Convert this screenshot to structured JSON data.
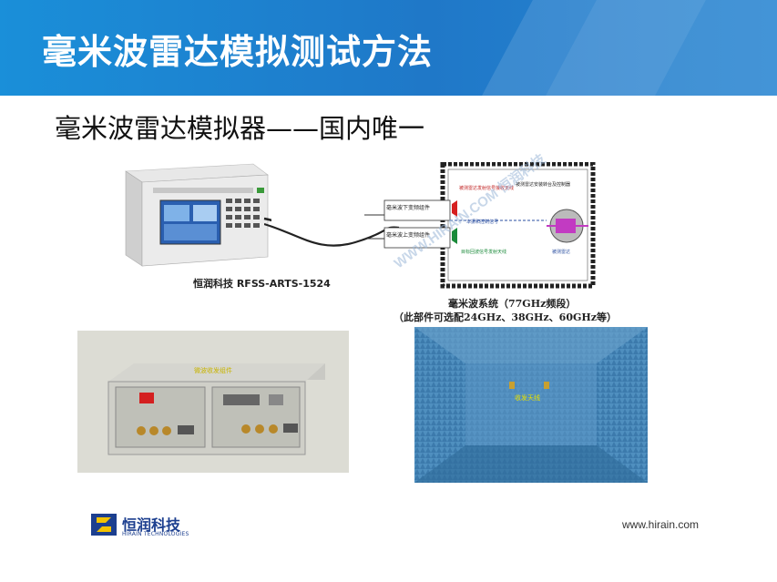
{
  "header": {
    "title": "毫米波雷达模拟测试方法"
  },
  "subtitle": "毫米波雷达模拟器——国内唯一",
  "device": {
    "caption": "恒润科技 RFSS-ARTS-1524"
  },
  "diagram": {
    "box_top": "毫米波下变频组件",
    "box_bottom": "毫米波上变频组件",
    "label_rx": "被测雷达发射信号接收天线",
    "label_cable": "本振和控制信号",
    "label_tx": "目标回波信号发射天线",
    "label_radar": "被测雷达安装转台及控制器",
    "label_radar2": "被测雷达"
  },
  "system": {
    "line1": "毫米波系统（77GHz频段）",
    "line2": "（此部件可选配24GHz、38GHz、60GHz等）"
  },
  "watermark": "WWW.HIRAIN.COM  恒润科技",
  "photos": {
    "box_label": "微波收发组件",
    "antenna_label": "收发天线"
  },
  "logo": {
    "cn": "恒润科技",
    "en": "HIRAIN TECHNOLOGIES"
  },
  "footer": {
    "url": "www.hirain.com"
  },
  "colors": {
    "header": "#1f7fd0",
    "logo": "#1c3f8f"
  }
}
